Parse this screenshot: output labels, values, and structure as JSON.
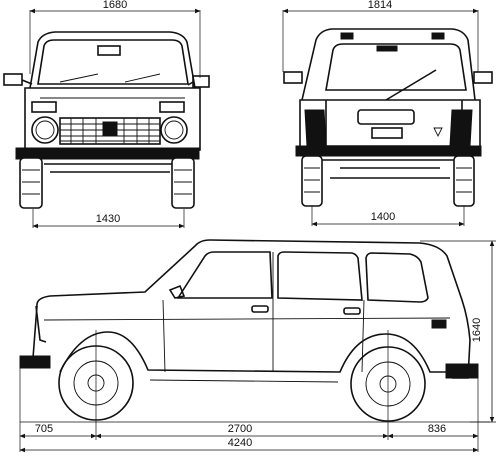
{
  "dimensions": {
    "front_overall_width": "1680",
    "front_track": "1430",
    "rear_overall_width": "1814",
    "rear_track": "1400",
    "overall_height": "1640",
    "front_overhang": "705",
    "wheelbase": "2700",
    "rear_overhang": "836",
    "overall_length": "4240"
  }
}
